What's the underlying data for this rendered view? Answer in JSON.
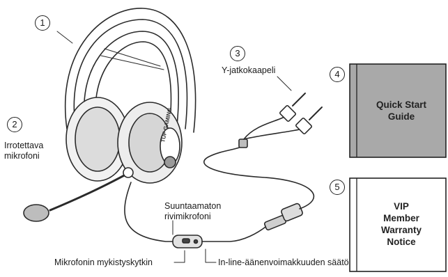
{
  "callouts": [
    {
      "number": "1"
    },
    {
      "number": "2",
      "label_lines": [
        "Irrotettava",
        "mikrofoni"
      ]
    },
    {
      "number": "3",
      "label_lines": [
        "Y-jatkokaapeli"
      ]
    },
    {
      "number": "4"
    },
    {
      "number": "5"
    }
  ],
  "headset_side_text": "TUF GAMING",
  "quick_start_guide": {
    "lines": [
      "Quick Start",
      "Guide"
    ]
  },
  "vip_notice": {
    "lines": [
      "VIP",
      "Member",
      "Warranty",
      "Notice"
    ]
  },
  "inline_mic_label": [
    "Suuntaamaton",
    "rivimikrofoni"
  ],
  "mute_switch_label": "Mikrofonin mykistyskytkin",
  "volume_control_label": "In-line-äänenvoimakkuuden säätö",
  "colors": {
    "quick_start_fill": "#a9a9a9",
    "line": "#2a2a2a"
  }
}
